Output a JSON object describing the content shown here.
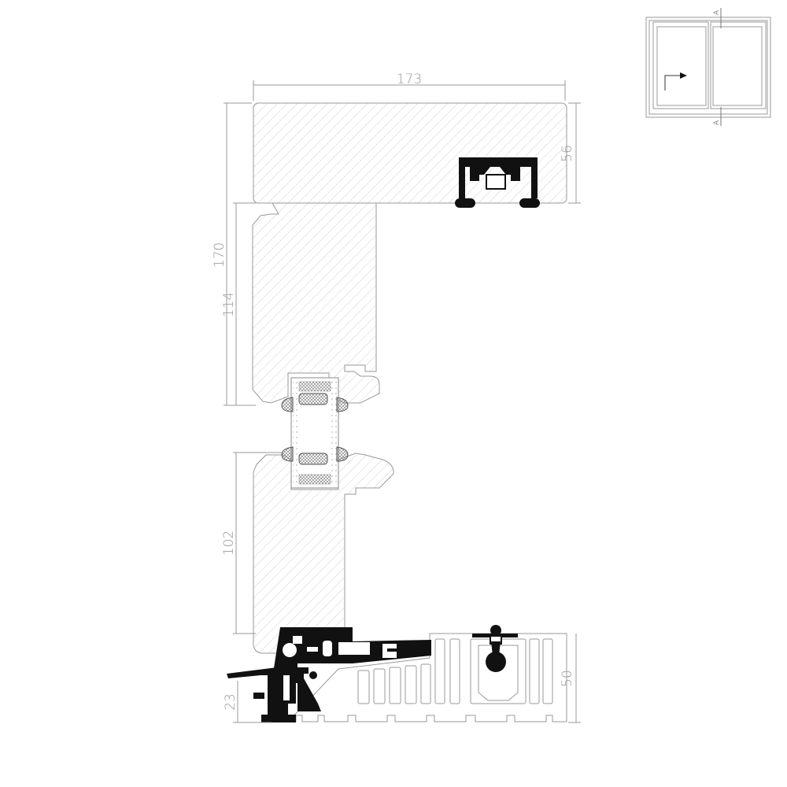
{
  "dimensions": {
    "frame_width": "173",
    "head_height": "56",
    "overall_upper": "170",
    "upper_sash": "114",
    "lower_sash": "102",
    "sill_step": "23",
    "sill_height": "50"
  },
  "key_plan": {
    "section_mark_top": "A",
    "section_mark_bottom": "A",
    "opening_arrow": "arrow-right-icon"
  },
  "colors": {
    "line": "#888888",
    "hatch": "#bdbdbd",
    "profile": "#111111"
  }
}
